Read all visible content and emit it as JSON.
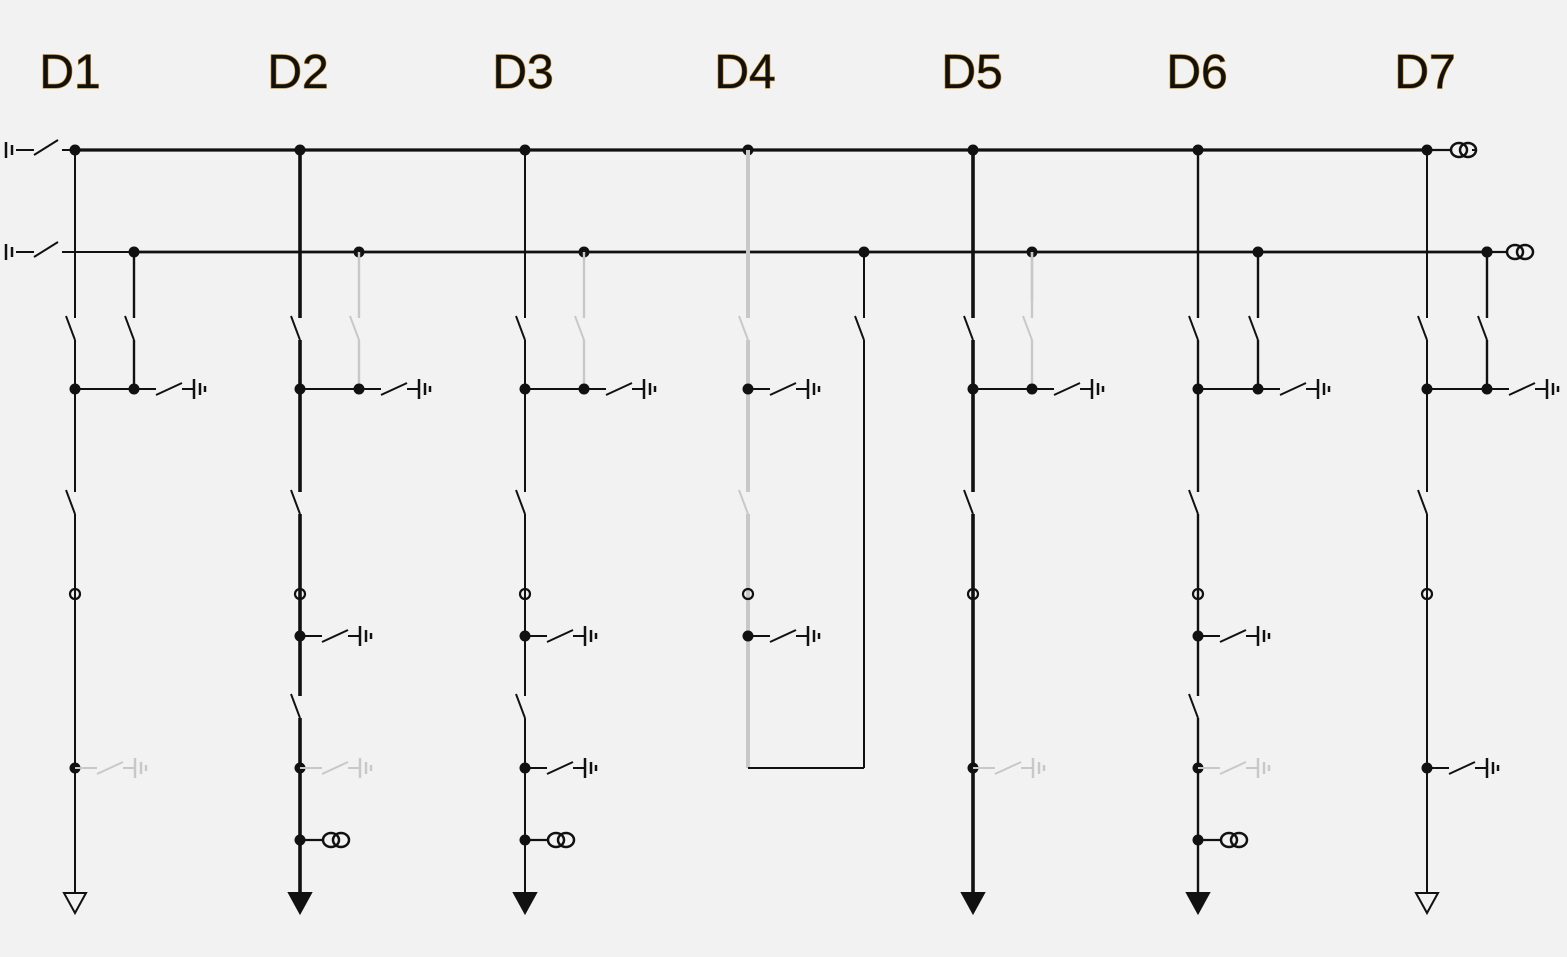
{
  "diagram": {
    "labels": [
      "D1",
      "D2",
      "D3",
      "D4",
      "D5",
      "D6",
      "D7"
    ],
    "colors": {
      "background": "#f2f2f2",
      "line": "#111111",
      "inactive_line": "#c8c8c8",
      "label_outline": "#c98a1a"
    },
    "feeders": [
      {
        "label": "D1",
        "state": "de-energized",
        "end": "open-triangle"
      },
      {
        "label": "D2",
        "state": "energized",
        "end": "filled-triangle"
      },
      {
        "label": "D3",
        "state": "energized",
        "end": "filled-triangle"
      },
      {
        "label": "D4",
        "state": "de-energized",
        "end": "loop"
      },
      {
        "label": "D5",
        "state": "energized",
        "end": "filled-triangle"
      },
      {
        "label": "D6",
        "state": "energized",
        "end": "filled-triangle"
      },
      {
        "label": "D7",
        "state": "de-energized",
        "end": "open-triangle"
      }
    ]
  }
}
